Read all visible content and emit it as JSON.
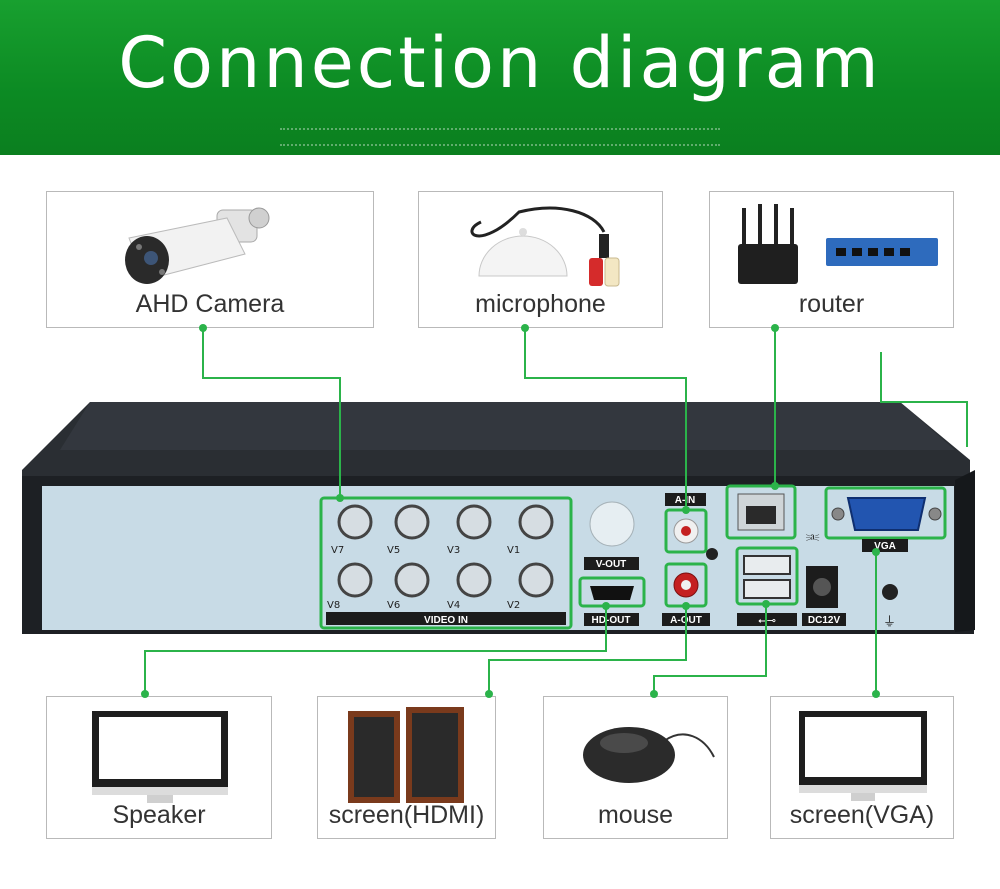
{
  "title": "Connection diagram",
  "devices_top": {
    "camera": "AHD Camera",
    "microphone": "microphone",
    "router": "router"
  },
  "devices_bottom": {
    "speaker": "Speaker",
    "screen_hdmi": "screen(HDMI)",
    "mouse": "mouse",
    "screen_vga": "screen(VGA)"
  },
  "ports": {
    "video_in": "VIDEO IN",
    "v_out": "V-OUT",
    "hd_out": "HD-OUT",
    "a_in": "A-IN",
    "a_out": "A-OUT",
    "vga": "VGA",
    "dc": "DC12V",
    "bnc_top": [
      "V7",
      "V5",
      "V3",
      "V1"
    ],
    "bnc_bottom": [
      "V8",
      "V6",
      "V4",
      "V2"
    ]
  },
  "colors": {
    "connector_line": "#2bb34a",
    "banner_green": "#10952a"
  }
}
